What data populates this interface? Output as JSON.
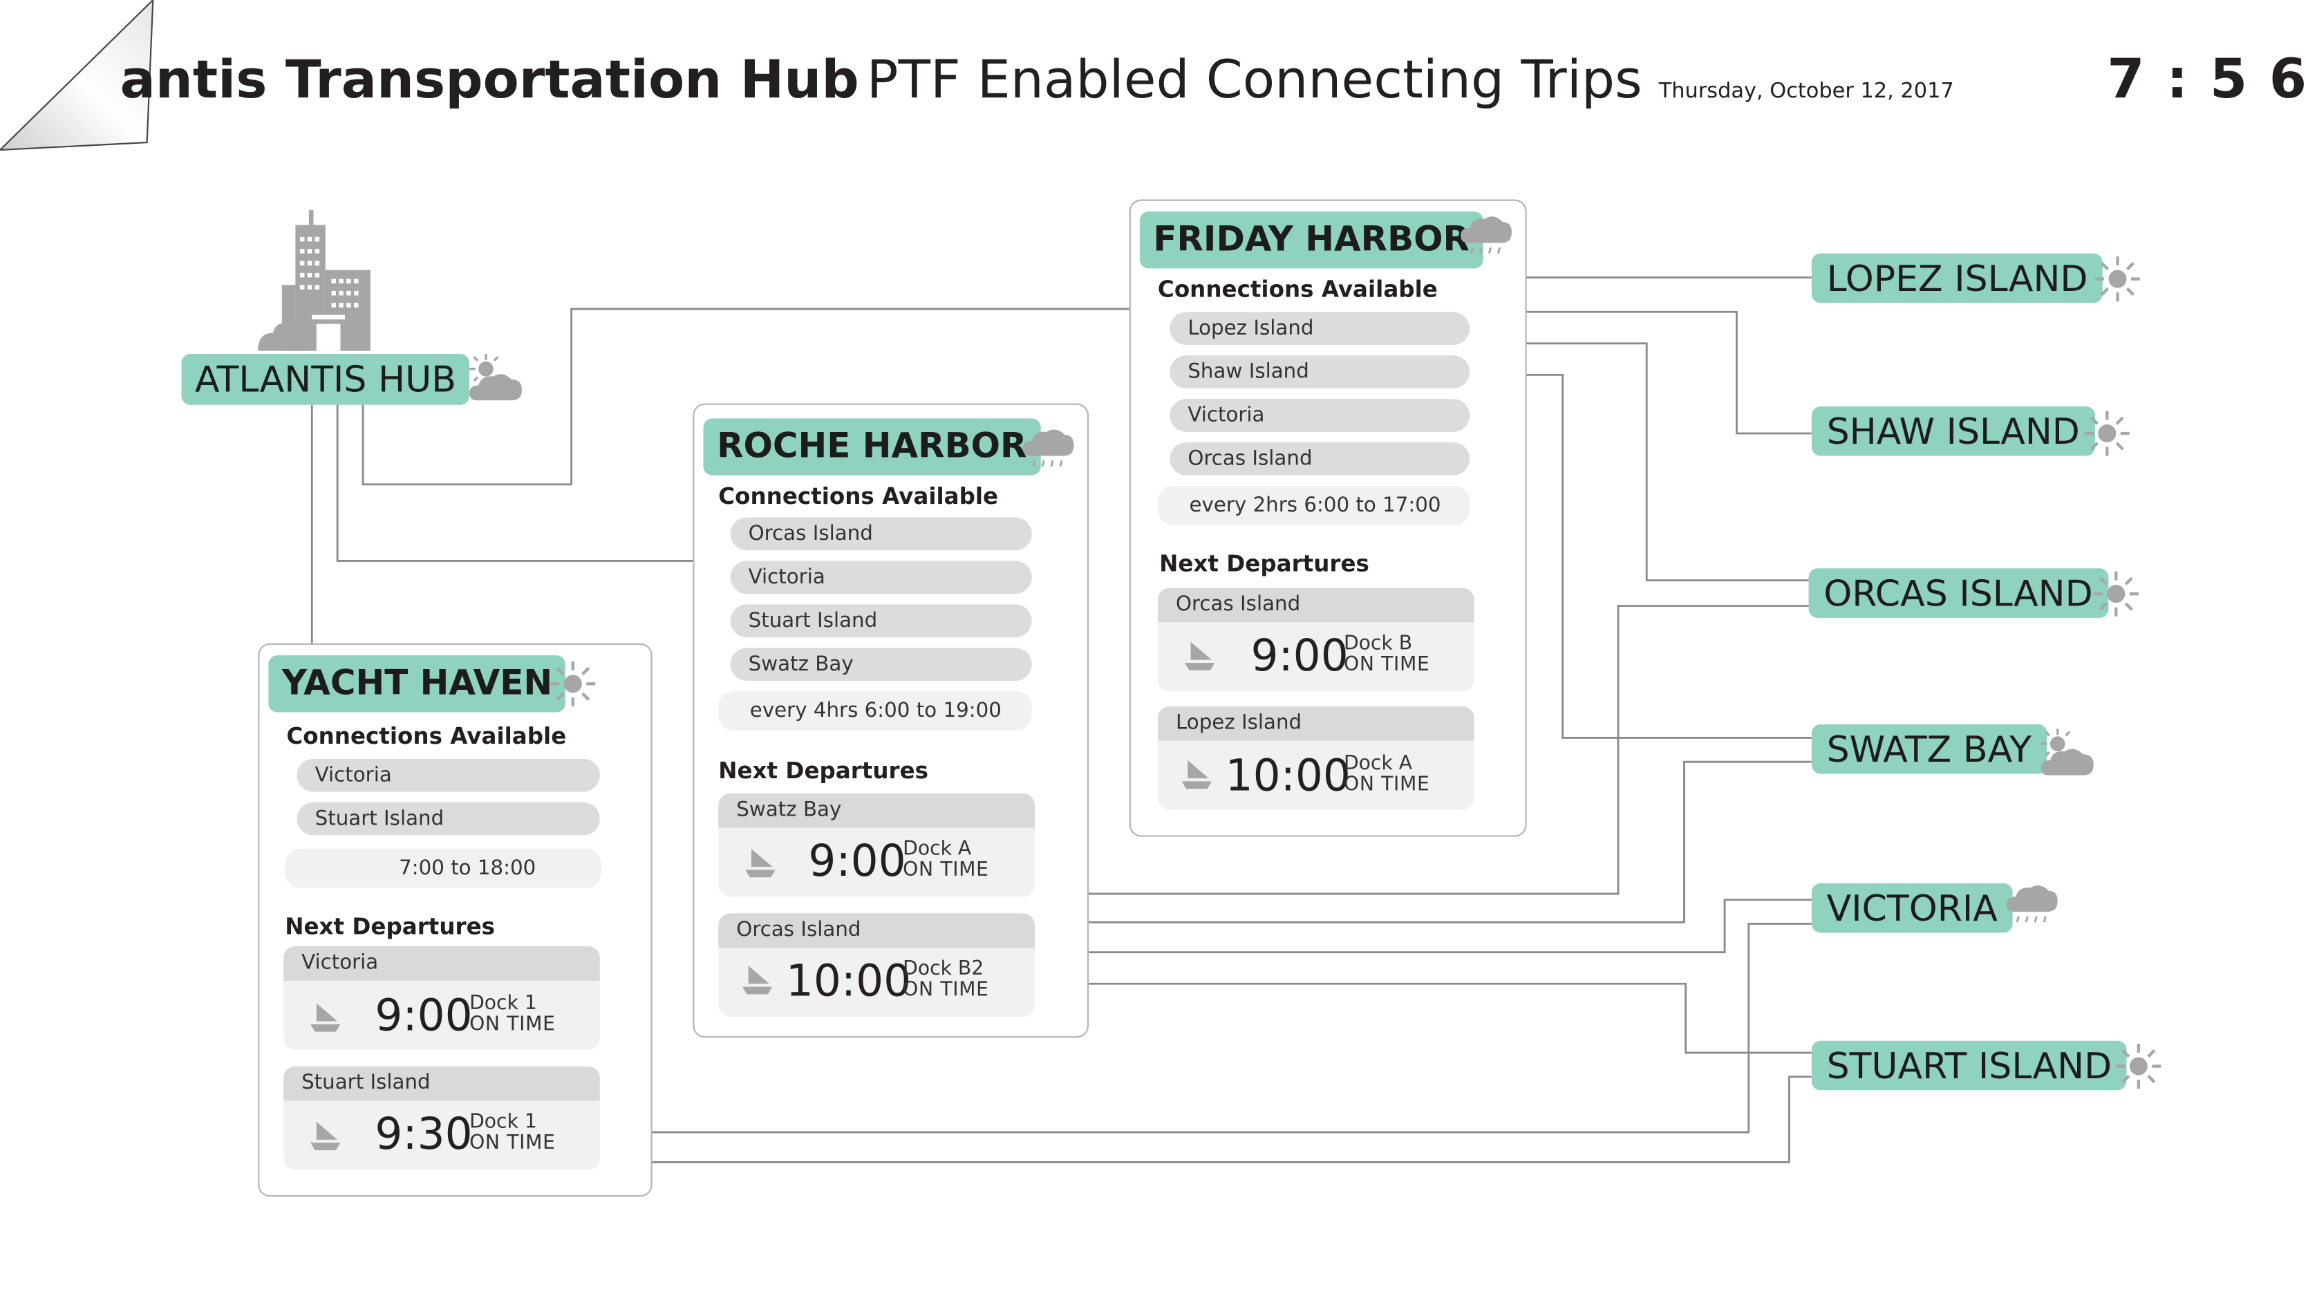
{
  "header": {
    "title_bold": "antis Transportation Hub",
    "title_light": "PTF Enabled Connecting Trips",
    "date": "Thursday, October 12, 2017",
    "clock": "7 : 5 6"
  },
  "hub": {
    "label": "ATLANTIS HUB",
    "icon": "city-skyline-icon",
    "weather": "partly-cloudy-icon"
  },
  "ports": [
    {
      "id": "friday-harbor",
      "name": "FRIDAY HARBOR",
      "weather": "rain-cloud-icon",
      "connections_label": "Connections Available",
      "connections": [
        "Lopez Island",
        "Shaw Island",
        "Victoria",
        "Orcas Island"
      ],
      "schedule": "every 2hrs 6:00 to 17:00",
      "next_label": "Next Departures",
      "departures": [
        {
          "dest": "Orcas Island",
          "time": "9:00",
          "dock": "Dock B",
          "status": "ON TIME"
        },
        {
          "dest": "Lopez Island",
          "time": "10:00",
          "dock": "Dock A",
          "status": "ON TIME"
        }
      ]
    },
    {
      "id": "roche-harbor",
      "name": "ROCHE HARBOR",
      "weather": "rain-cloud-icon",
      "connections_label": "Connections Available",
      "connections": [
        "Orcas Island",
        "Victoria",
        "Stuart Island",
        "Swatz Bay"
      ],
      "schedule": "every 4hrs 6:00 to 19:00",
      "next_label": "Next Departures",
      "departures": [
        {
          "dest": "Swatz Bay",
          "time": "9:00",
          "dock": "Dock A",
          "status": "ON TIME"
        },
        {
          "dest": "Orcas Island",
          "time": "10:00",
          "dock": "Dock B2",
          "status": "ON TIME"
        }
      ]
    },
    {
      "id": "yacht-haven",
      "name": "YACHT HAVEN",
      "weather": "sun-icon",
      "connections_label": "Connections Available",
      "connections": [
        "Victoria",
        "Stuart Island"
      ],
      "schedule": "7:00 to 18:00",
      "next_label": "Next Departures",
      "departures": [
        {
          "dest": "Victoria",
          "time": "9:00",
          "dock": "Dock 1",
          "status": "ON TIME"
        },
        {
          "dest": "Stuart Island",
          "time": "9:30",
          "dock": "Dock 1",
          "status": "ON TIME"
        }
      ]
    }
  ],
  "destinations": [
    {
      "name": "LOPEZ ISLAND",
      "weather": "sun-icon"
    },
    {
      "name": "SHAW ISLAND",
      "weather": "sun-icon"
    },
    {
      "name": "ORCAS ISLAND",
      "weather": "sun-icon"
    },
    {
      "name": "SWATZ BAY",
      "weather": "partly-cloudy-icon"
    },
    {
      "name": "VICTORIA",
      "weather": "rain-cloud-icon"
    },
    {
      "name": "STUART ISLAND",
      "weather": "sun-icon"
    }
  ],
  "colors": {
    "accent": "#8fd2c0",
    "pill_gray": "#dcdcdc",
    "panel_border": "#b3b3b3",
    "line": "#8a8a8a",
    "icon_gray": "#a6a6a6"
  }
}
